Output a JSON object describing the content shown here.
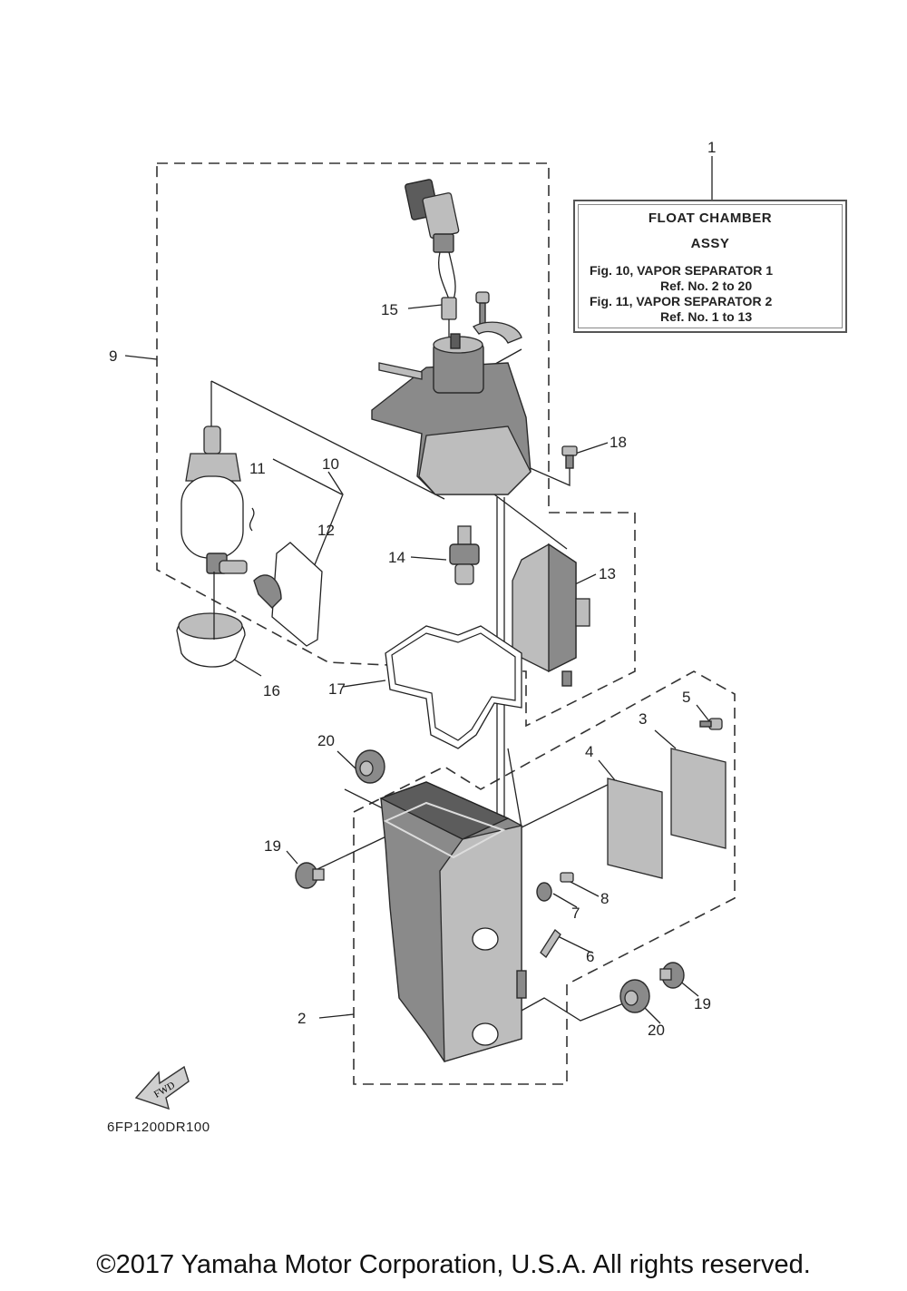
{
  "reference_box": {
    "title_line1": "FLOAT CHAMBER",
    "title_line2": "ASSY",
    "line1": "Fig. 10, VAPOR SEPARATOR 1",
    "line2": "Ref. No. 2 to 20",
    "line3": "Fig. 11, VAPOR SEPARATOR 2",
    "line4": "Ref. No. 1 to 13"
  },
  "callouts": {
    "c1": "1",
    "c2": "2",
    "c3": "3",
    "c4": "4",
    "c5": "5",
    "c6": "6",
    "c7": "7",
    "c8": "8",
    "c9": "9",
    "c10": "10",
    "c11": "11",
    "c12": "12",
    "c13": "13",
    "c14": "14",
    "c15": "15",
    "c16": "16",
    "c17": "17",
    "c18": "18",
    "c19a": "19",
    "c19b": "19",
    "c20a": "20",
    "c20b": "20"
  },
  "fwd_arrow_label": "FWD",
  "diagram_code": "6FP1200DR100",
  "copyright": "©2017 Yamaha Motor Corporation, U.S.A. All rights reserved."
}
